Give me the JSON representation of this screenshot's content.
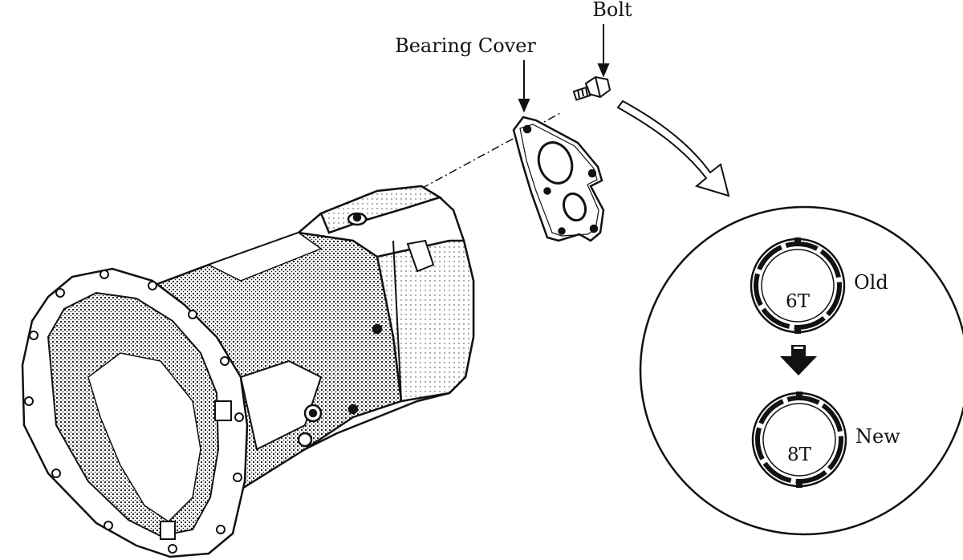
{
  "labels": {
    "bolt": "Bolt",
    "bearing_cover": "Bearing Cover"
  },
  "detail": {
    "old_label": "Old",
    "new_label": "New",
    "old_size": "6T",
    "new_size": "8T"
  },
  "colors": {
    "ink": "#111111",
    "paper": "#ffffff",
    "shade": "#555555"
  }
}
